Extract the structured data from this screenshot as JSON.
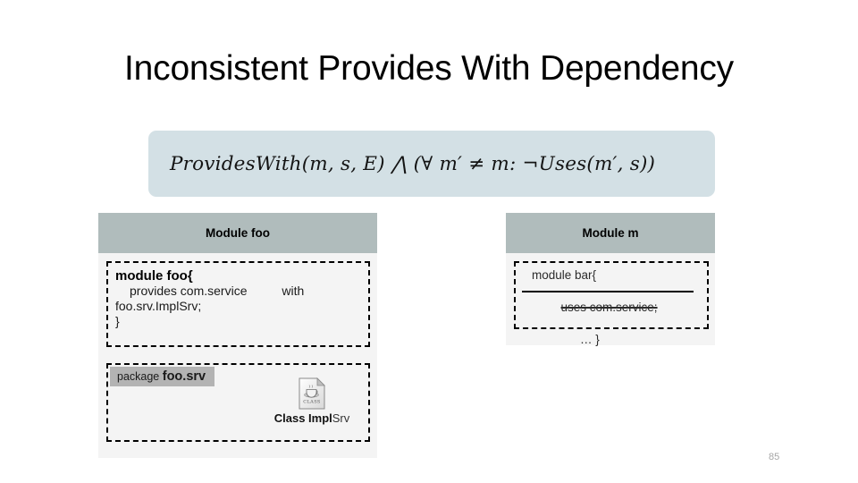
{
  "slide": {
    "title": "Inconsistent Provides With Dependency",
    "page_number": "85"
  },
  "formula": {
    "text": "ProvidesWith(m, s, E) ⋀ (∀ m′ ≠ m: ¬Uses(m′, s))",
    "background_color": "#d3e0e5"
  },
  "panels": [
    {
      "name": "module-foo",
      "header": "Module foo",
      "header_color": "#b0bcbc",
      "code": {
        "line1": "module foo{",
        "line2": "provides com.service          with",
        "line3": "foo.srv.ImplSrv;",
        "line4": "}"
      },
      "package": {
        "keyword": "package",
        "name": "foo.srv",
        "label_color": "#b3b3b3",
        "icon": "java-class-file-icon",
        "icon_text": "CLASS",
        "class_label_bold": "Class Impl",
        "class_label_light": "Srv"
      }
    },
    {
      "name": "module-m",
      "header": "Module m",
      "header_color": "#b0bcbc",
      "code": {
        "line1": "module bar{",
        "line2": "uses com.service;",
        "line2_struck": true,
        "line3": "… }"
      }
    }
  ]
}
